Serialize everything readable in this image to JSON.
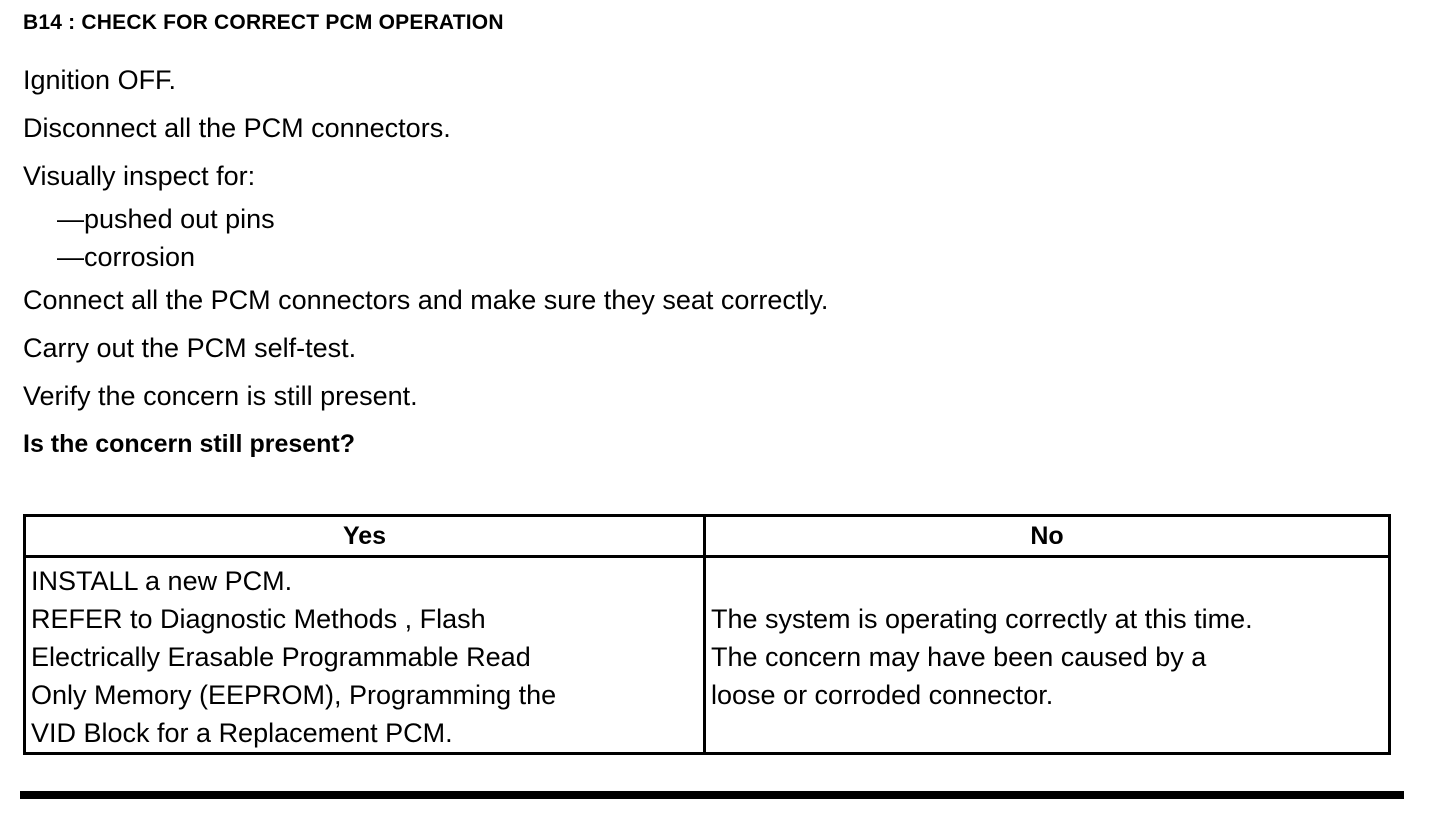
{
  "step": {
    "title": "B14 : CHECK FOR CORRECT PCM OPERATION"
  },
  "instructions": {
    "lines": [
      {
        "text": "Ignition OFF.",
        "style": "normal"
      },
      {
        "text": "Disconnect all the PCM connectors.",
        "style": "normal"
      },
      {
        "text": "Visually inspect for:",
        "style": "normal"
      },
      {
        "text": "—pushed out pins",
        "style": "dash"
      },
      {
        "text": "—corrosion",
        "style": "dash"
      },
      {
        "text": "Connect all the PCM connectors and make sure they seat correctly.",
        "style": "normal"
      },
      {
        "text": "Carry out the PCM self-test.",
        "style": "normal"
      },
      {
        "text": "Verify the concern is still present.",
        "style": "normal"
      }
    ],
    "question": "Is the concern still present?"
  },
  "decision_table": {
    "headers": {
      "yes": "Yes",
      "no": "No"
    },
    "yes_cell": {
      "lines": [
        "INSTALL a new PCM.",
        "REFER to Diagnostic Methods , Flash",
        "Electrically Erasable Programmable Read",
        "Only Memory  (EEPROM), Programming the",
        "VID Block for a Replacement PCM."
      ]
    },
    "no_cell": {
      "lines": [
        "The system is operating correctly at this time.",
        "The concern may have been caused by a",
        "loose or corroded connector."
      ]
    }
  },
  "colors": {
    "ink": "#000000",
    "paper": "#ffffff"
  }
}
